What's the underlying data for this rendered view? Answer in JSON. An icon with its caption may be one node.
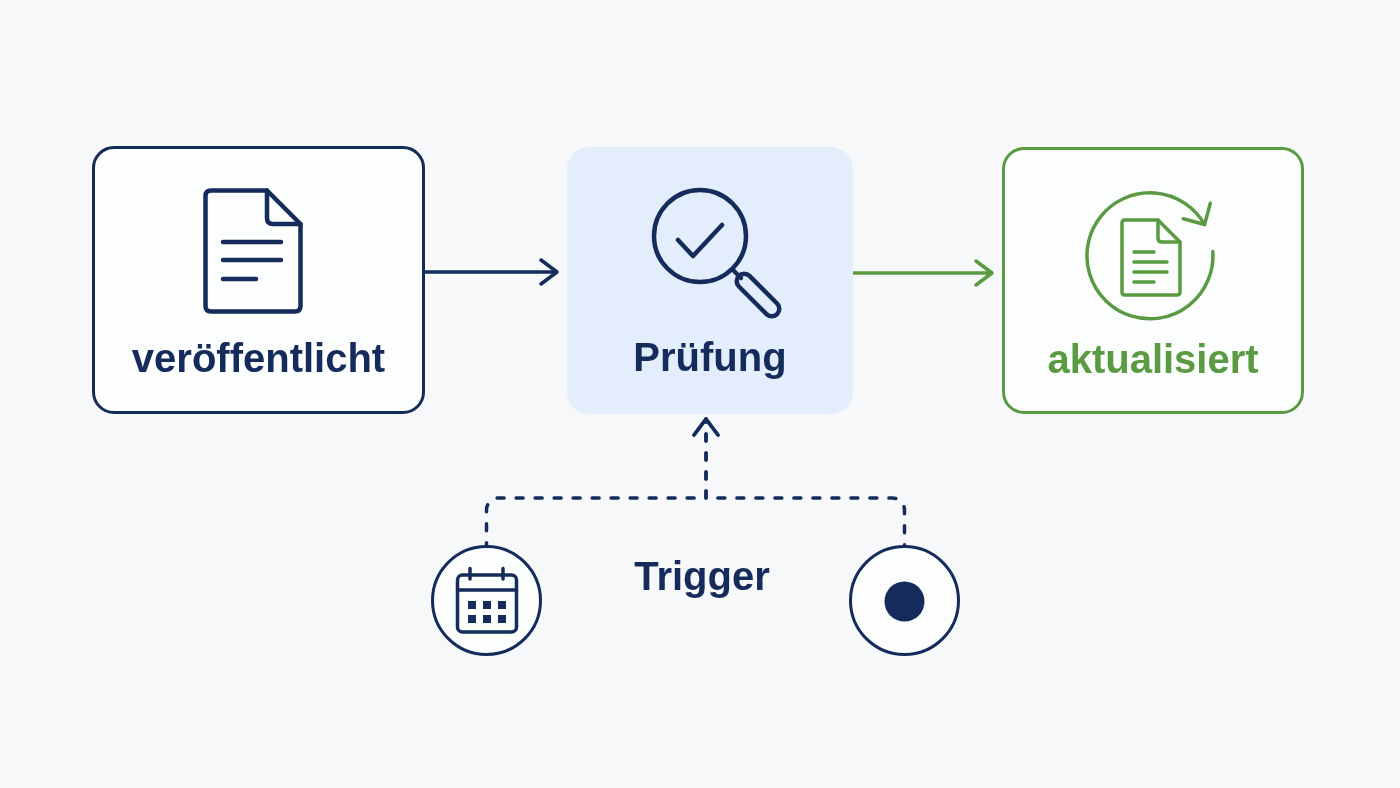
{
  "diagram": {
    "nodes": [
      {
        "text": [
          "veröffentlicht"
        ]
      },
      {
        "text": [
          "Prüfung"
        ]
      },
      {
        "text": [
          "aktualisiert"
        ]
      },
      {
        "text": [],
        "shape": "circle"
      },
      {
        "text": [],
        "shape": "circle"
      }
    ],
    "edges": [
      {
        "from": 0,
        "to": 1,
        "arrow": "to"
      },
      {
        "from": 1,
        "to": 2,
        "arrow": "to",
        "color": "#5a9a43"
      },
      {
        "from": 3,
        "to": 1,
        "arrow": "to",
        "style": "dashed"
      },
      {
        "from": 4,
        "to": 1,
        "arrow": "to",
        "style": "dashed"
      }
    ],
    "labels": [
      "Trigger"
    ]
  }
}
